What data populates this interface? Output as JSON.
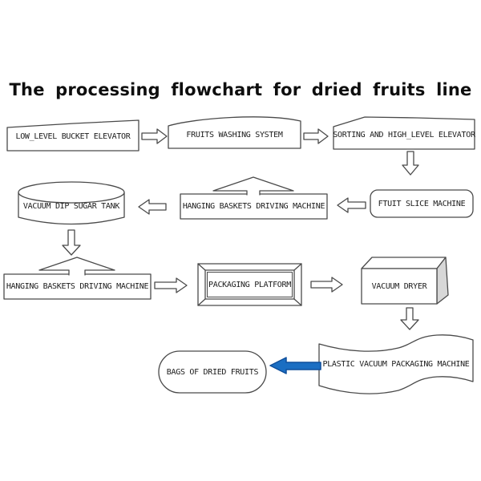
{
  "title": "The processing flowchart for dried fruits line",
  "colors": {
    "line": "#4a4a4a",
    "blue_arrow_fill": "#1b6ec2",
    "blue_arrow_stroke": "#0f4f9b",
    "box_side_shade": "#d7d7d7",
    "background": "#ffffff"
  },
  "nodes": {
    "bucket_elevator": {
      "label": "LOW_LEVEL BUCKET ELEVATOR",
      "shape": "slanted-top-rectangle"
    },
    "washing": {
      "label": "FRUITS WASHING SYSTEM",
      "shape": "wavy-top-rectangle"
    },
    "sorting": {
      "label": "SORTING AND HIGH_LEVEL ELEVATOR",
      "shape": "slanted-top-rectangle"
    },
    "slicer": {
      "label": "FTUIT SLICE MACHINE",
      "shape": "rounded-rectangle"
    },
    "hanging1": {
      "label": "HANGING BASKETS DRIVING MACHINE",
      "shape": "rectangle-with-up-arrow"
    },
    "sugar_tank": {
      "label": "VACUUM DIP SUGAR TANK",
      "shape": "cylinder"
    },
    "hanging2": {
      "label": "HANGING BASKETS DRIVING MACHINE",
      "shape": "rectangle-with-up-arrow"
    },
    "packaging_platform": {
      "label": "PACKAGING PLATFORM",
      "shape": "beveled-frame-rectangle"
    },
    "vacuum_dryer": {
      "label": "VACUUM DRYER",
      "shape": "3d-box"
    },
    "plastic_packaging": {
      "label": "PLASTIC VACUUM PACKAGING MACHINE",
      "shape": "wavy-banner"
    },
    "bags": {
      "label": "BAGS OF DRIED FRUITS",
      "shape": "stadium"
    }
  },
  "connections": [
    {
      "from": "bucket_elevator",
      "to": "washing",
      "direction": "right",
      "style": "outline-block-arrow"
    },
    {
      "from": "washing",
      "to": "sorting",
      "direction": "right",
      "style": "outline-block-arrow"
    },
    {
      "from": "sorting",
      "to": "slicer",
      "direction": "down",
      "style": "outline-block-arrow"
    },
    {
      "from": "slicer",
      "to": "hanging1",
      "direction": "left",
      "style": "outline-block-arrow"
    },
    {
      "from": "hanging1",
      "to": "sugar_tank",
      "direction": "left",
      "style": "outline-block-arrow"
    },
    {
      "from": "sugar_tank",
      "to": "hanging2",
      "direction": "down",
      "style": "outline-block-arrow"
    },
    {
      "from": "hanging2",
      "to": "packaging_platform",
      "direction": "right",
      "style": "outline-block-arrow"
    },
    {
      "from": "packaging_platform",
      "to": "vacuum_dryer",
      "direction": "right",
      "style": "outline-block-arrow"
    },
    {
      "from": "vacuum_dryer",
      "to": "plastic_packaging",
      "direction": "down",
      "style": "outline-block-arrow"
    },
    {
      "from": "plastic_packaging",
      "to": "bags",
      "direction": "left",
      "style": "solid-blue-arrow"
    }
  ]
}
